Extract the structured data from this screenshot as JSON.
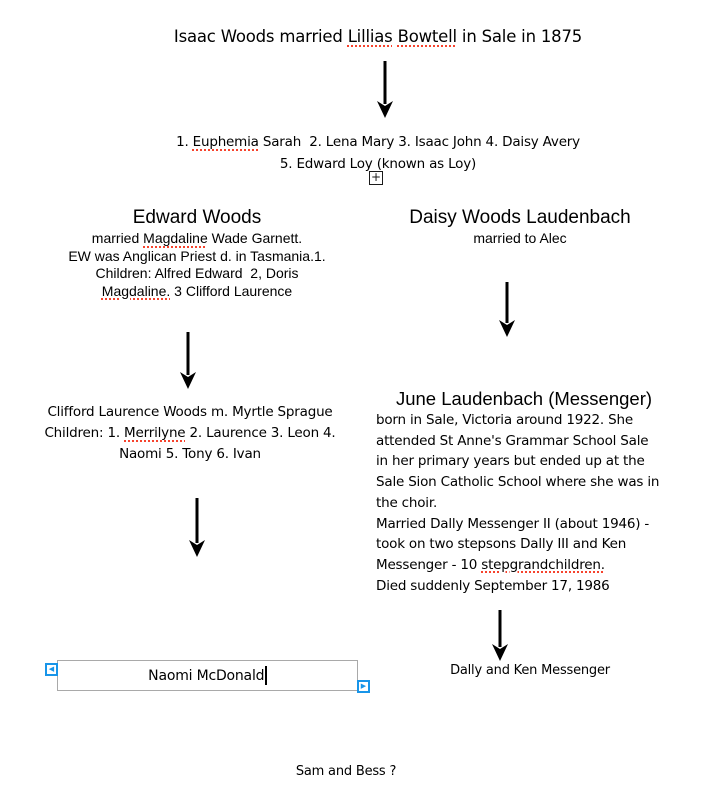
{
  "colors": {
    "ink": "#000000",
    "spellcheck": "#f6432d",
    "handle_blue": "#1895e9",
    "box_border": "#a9a9a9"
  },
  "icons": {
    "anchor_plus": "+",
    "flow_prev": "◀",
    "flow_next": "▶",
    "down_arrow": "↓"
  },
  "title": {
    "segments": [
      {
        "t": "Isaac Woods married "
      },
      {
        "t": "Lillias",
        "misspelled": true
      },
      {
        "t": " "
      },
      {
        "t": "Bowtell",
        "misspelled": true
      },
      {
        "t": " in Sale in 1875"
      }
    ]
  },
  "generation1": {
    "line1_segments": [
      {
        "t": "1. "
      },
      {
        "t": "Euphemia",
        "misspelled": true
      },
      {
        "t": " Sarah  2. Lena Mary 3. Isaac John 4. Daisy Avery"
      }
    ],
    "line2": "5. Edward Loy (known as Loy)"
  },
  "edward": {
    "heading": "Edward Woods",
    "line1_segments": [
      {
        "t": "married "
      },
      {
        "t": "Magdaline",
        "misspelled": true
      },
      {
        "t": " Wade Garnett."
      }
    ],
    "line2": "EW was Anglican Priest d. in Tasmania.1.",
    "line3": "Children: Alfred Edward  2, Doris",
    "line4_segments": [
      {
        "t": "Magdaline.",
        "misspelled": true
      },
      {
        "t": " 3 Clifford Laurence"
      }
    ]
  },
  "daisy": {
    "heading": "Daisy Woods Laudenbach",
    "line": "married to Alec"
  },
  "clifford": {
    "line1": "Clifford Laurence Woods m. Myrtle Sprague",
    "line2_segments": [
      {
        "t": "Children: 1. "
      },
      {
        "t": "Merrilyne",
        "misspelled": true
      },
      {
        "t": " 2. Laurence 3. Leon 4."
      }
    ],
    "line3": "Naomi 5. Tony 6. Ivan"
  },
  "june": {
    "heading": "June Laudenbach (Messenger)",
    "line1": "born in Sale, Victoria around 1922. She",
    "line2": "attended St Anne's Grammar School Sale",
    "line3": "in her primary years but ended up at the",
    "line4": "Sale Sion Catholic School where she was in",
    "line5": "the choir.",
    "line6": "Married Dally Messenger II (about 1946) -",
    "line7": "took on two stepsons Dally III and Ken",
    "line8_segments": [
      {
        "t": "Messenger - 10 "
      },
      {
        "t": "stepgrandchildren.",
        "misspelled": true
      }
    ],
    "line9": "Died suddenly September 17, 1986"
  },
  "naomi_textbox": {
    "text": "Naomi McDonald"
  },
  "labels": {
    "dally": "Dally and Ken Messenger",
    "sam": "Sam and Bess ?"
  }
}
